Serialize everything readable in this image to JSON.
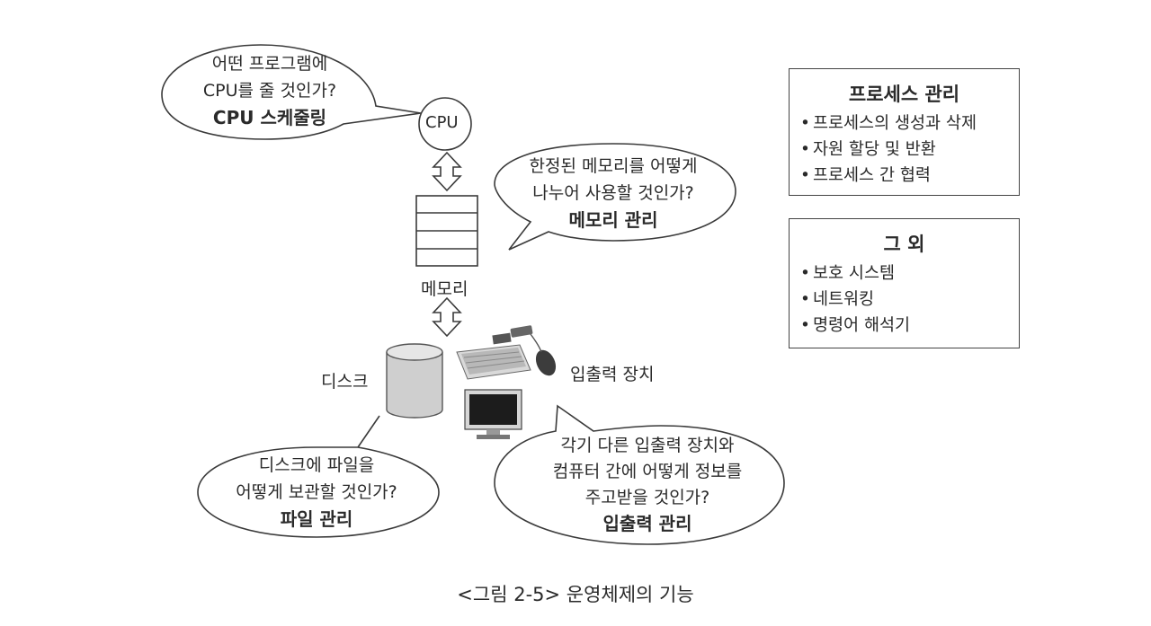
{
  "cpu": {
    "label": "CPU",
    "bubble": {
      "line1": "어떤 프로그램에",
      "line2": "CPU를 줄 것인가?",
      "title": "CPU 스케줄링"
    }
  },
  "memory": {
    "label": "메모리",
    "bubble": {
      "line1": "한정된 메모리를 어떻게",
      "line2": "나누어 사용할 것인가?",
      "title": "메모리 관리"
    }
  },
  "disk": {
    "label": "디스크",
    "bubble": {
      "line1": "디스크에 파일을",
      "line2": "어떻게 보관할 것인가?",
      "title": "파일 관리"
    }
  },
  "io": {
    "label": "입출력 장치",
    "bubble": {
      "line1": "각기 다른 입출력 장치와",
      "line2": "컴퓨터 간에 어떻게 정보를",
      "line3": "주고받을 것인가?",
      "title": "입출력 관리"
    }
  },
  "process_box": {
    "title": "프로세스 관리",
    "bullet": "•",
    "items": [
      "프로세스의 생성과 삭제",
      "자원 할당 및 반환",
      "프로세스 간 협력"
    ]
  },
  "other_box": {
    "title": "그 외",
    "bullet": "•",
    "items": [
      "보호 시스템",
      "네트워킹",
      "명령어 해석기"
    ]
  },
  "caption": "<그림 2-5> 운영체제의 기능"
}
